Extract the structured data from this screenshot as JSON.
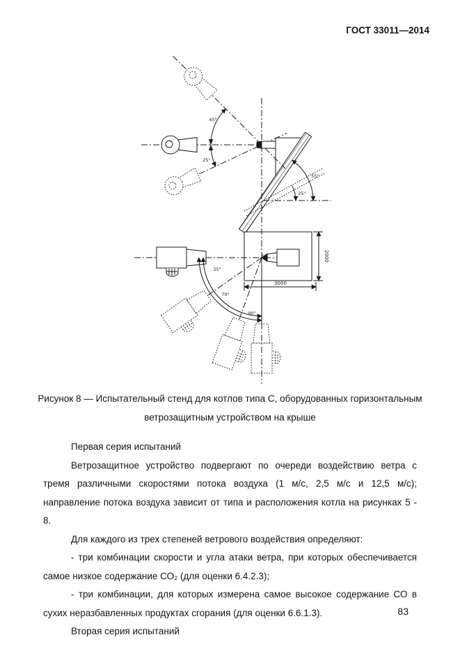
{
  "header": {
    "title": "ГОСТ 33011—2014"
  },
  "figure": {
    "caption": "Рисунок 8 — Испытательный стенд для котлов типа С, оборудованных горизонтальным ветрозащитным устройством на крыше",
    "side_view": {
      "angle_up": "45°",
      "angle_down": "25°",
      "roof_angle_max": "55°",
      "roof_angle_min": "25°"
    },
    "plan_view": {
      "angle_35": "35°",
      "angle_70": "70°",
      "angle_90": "90°",
      "dim_width": "3000",
      "dim_depth": "2000"
    }
  },
  "body": {
    "paragraphs": [
      "Первая серия испытаний",
      "Ветрозащитное устройство подвергают по очереди воздействию ветра с тремя различными скоростями потока воздуха (1 м/с, 2,5 м/с и 12,5 м/с); направление потока воздуха зависит от типа и расположения котла на рисунках 5 - 8.",
      "Для каждого из трех степеней ветрового воздействия определяют:",
      "- три комбинации скорости и угла атаки ветра, при которых обеспечивается самое низкое содержание СО₂ (для оценки 6.4.2.3);",
      "- три комбинации, для которых измерена самое высокое содержание СО в сухих неразбавленных продуктах сгорания (для оценки 6.6.1.3).",
      "Вторая серия испытаний"
    ]
  },
  "footer": {
    "page_number": "83"
  }
}
